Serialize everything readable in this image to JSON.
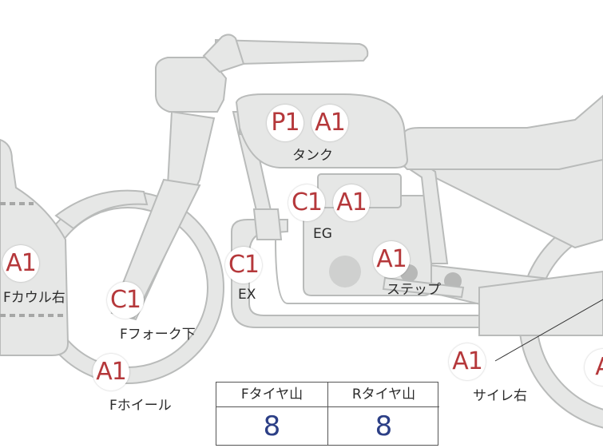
{
  "markers": [
    {
      "id": "tank-p1",
      "code": "P1"
    },
    {
      "id": "tank-a1",
      "code": "A1"
    },
    {
      "id": "engine-c1",
      "code": "C1"
    },
    {
      "id": "engine-a1",
      "code": "A1"
    },
    {
      "id": "step-a1",
      "code": "A1"
    },
    {
      "id": "exhaust-c1",
      "code": "C1"
    },
    {
      "id": "cowl-a1",
      "code": "A1"
    },
    {
      "id": "fork-c1",
      "code": "C1"
    },
    {
      "id": "wheel-a1",
      "code": "A1"
    },
    {
      "id": "silencer-a1",
      "code": "A1"
    },
    {
      "id": "rear-a1",
      "code": "A"
    }
  ],
  "labels": {
    "tank": "タンク",
    "engine": "EG",
    "step": "ステップ",
    "exhaust": "EX",
    "cowl": "Fカウル右",
    "fork": "Fフォーク下",
    "wheel": "Fホイール",
    "silencer": "サイレ右"
  },
  "tire_table": {
    "front_header": "Fタイヤ山",
    "front_value": "8",
    "rear_header": "Rタイヤ山",
    "rear_value": "8"
  },
  "colors": {
    "marker_text": "#b5383b",
    "table_value": "#2c3f86",
    "bike_fill": "#e6e7e6",
    "bike_stroke": "#b9bbba"
  }
}
